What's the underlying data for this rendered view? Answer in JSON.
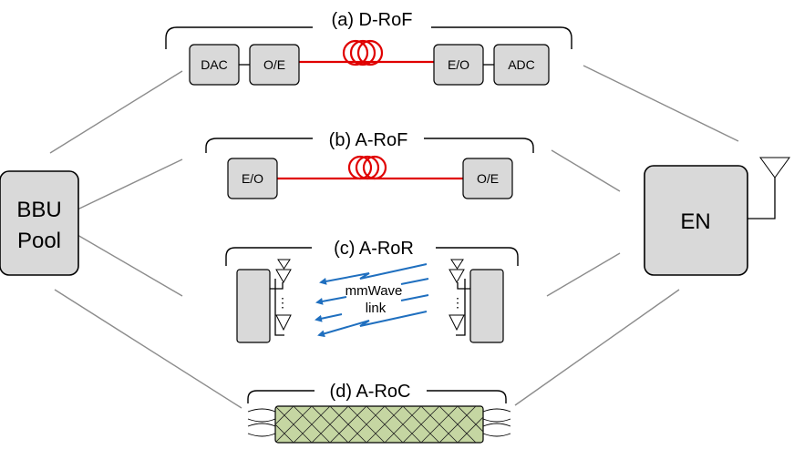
{
  "left_node": {
    "line1": "BBU",
    "line2": "Pool"
  },
  "right_node": {
    "label": "EN"
  },
  "sections": {
    "a": {
      "title": "(a) D-RoF",
      "blocks": [
        "DAC",
        "O/E",
        "E/O",
        "ADC"
      ]
    },
    "b": {
      "title": "(b) A-RoF",
      "blocks": [
        "E/O",
        "O/E"
      ]
    },
    "c": {
      "title": "(c) A-RoR",
      "link_line1": "mmWave",
      "link_line2": "link",
      "dots": "⋮"
    },
    "d": {
      "title": "(d) A-RoC"
    }
  },
  "colors": {
    "fiber": "#e00000",
    "wave": "#1f6fbf",
    "block_fill": "#d9d9d9",
    "cable_fill": "#c5d6a2"
  }
}
